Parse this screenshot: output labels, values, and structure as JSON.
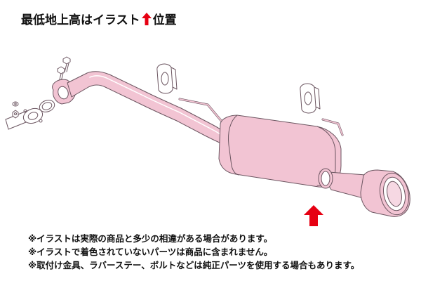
{
  "title": {
    "prefix": "最低地上高はイラスト",
    "suffix": "位置",
    "arrow_color": "#e60012"
  },
  "diagram": {
    "part_color": "#f2c4d3",
    "outline_color": "#6b5560",
    "marker_color": "#e60012"
  },
  "notes": [
    "※イラストは実際の商品と多少の相違がある場合があります。",
    "※イラストで着色されていないパーツは商品に含まれません。",
    "※取付け金具、ラバーステー、ボルトなどは純正パーツを使用する場合もあります。"
  ]
}
